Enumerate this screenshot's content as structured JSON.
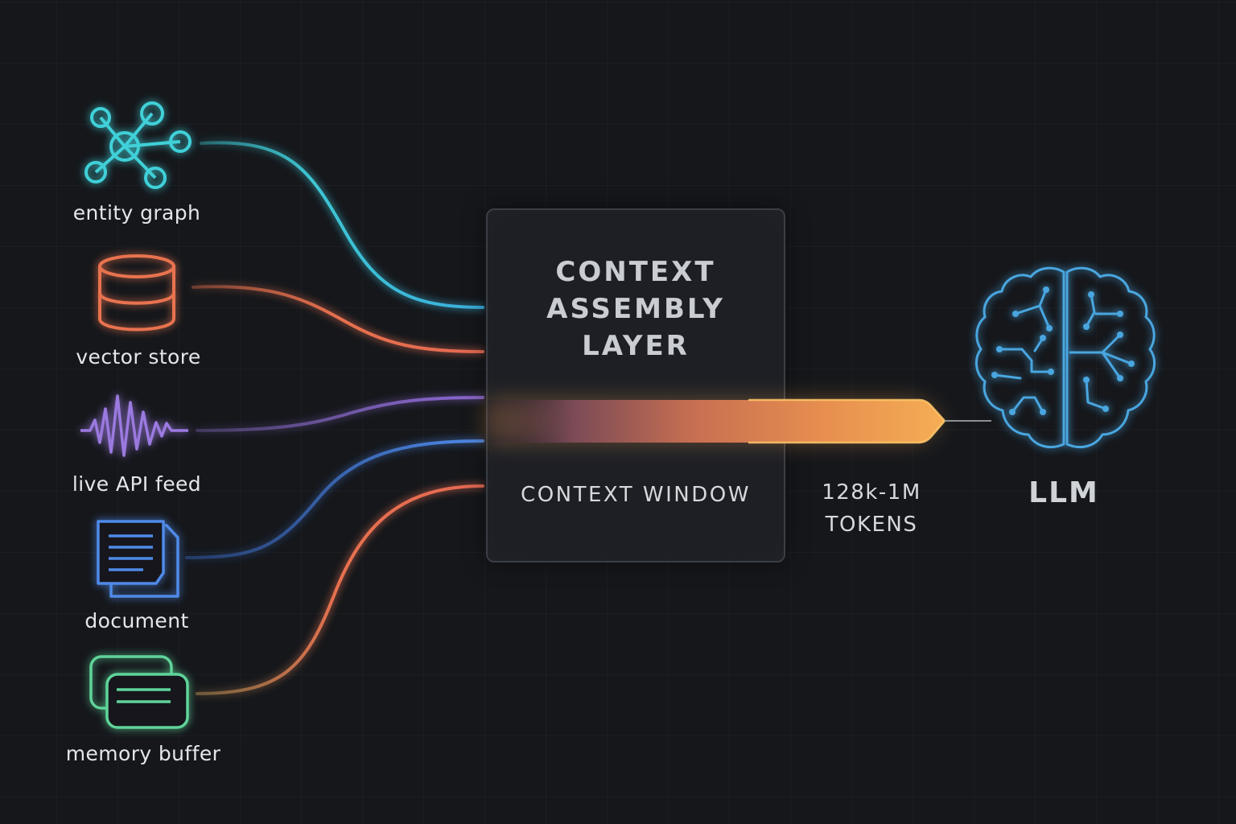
{
  "sources": [
    {
      "label": "entity graph",
      "icon": "graph-network-icon",
      "color": "#3fd0d8"
    },
    {
      "label": "vector store",
      "icon": "database-cylinder-icon",
      "color": "#e8734f"
    },
    {
      "label": "live API feed",
      "icon": "waveform-icon",
      "color": "#9b7ae0"
    },
    {
      "label": "document",
      "icon": "document-pages-icon",
      "color": "#4f8ae8"
    },
    {
      "label": "memory buffer",
      "icon": "chat-bubbles-icon",
      "color": "#5fd49a"
    }
  ],
  "assembly": {
    "title_lines": [
      "CONTEXT",
      "ASSEMBLY",
      "LAYER"
    ],
    "window_label": "CONTEXT WINDOW"
  },
  "tokens": {
    "line1": "128k-1M",
    "line2": "TOKENS"
  },
  "model": {
    "label": "LLM",
    "icon": "brain-circuit-icon",
    "color": "#4aa6e0"
  },
  "colors": {
    "background": "#15171b",
    "beam": "#f0a54e"
  }
}
